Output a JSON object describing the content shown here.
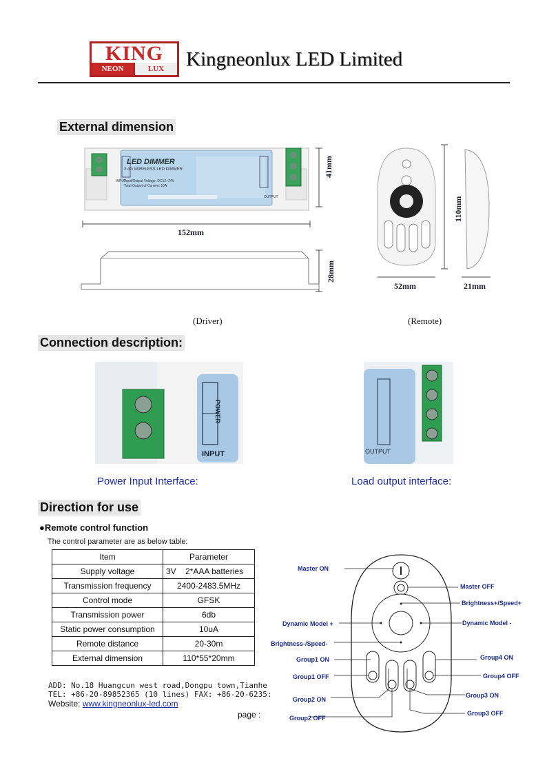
{
  "header": {
    "logo_top": "KING",
    "logo_neon": "NEON",
    "logo_lux": "LUX",
    "company": "Kingneonlux LED Limited"
  },
  "external": {
    "title": "External dimension",
    "driver_label": "LED DIMMER",
    "driver_sub": "2.4G WIRELESS LED DIMMER",
    "driver_line1": "Input/Output Voltage: DC12~24V",
    "driver_line2": "Total Output of Current: 10A",
    "input_tag": "INPUT",
    "output_tag": "OUTPUT",
    "dim_152": "152mm",
    "dim_41": "41mm",
    "dim_28": "28mm",
    "dim_110": "110mm",
    "dim_52": "52mm",
    "dim_21": "21mm",
    "driver_caption": "(Driver)",
    "remote_caption": "(Remote)"
  },
  "connection": {
    "title": "Connection description:",
    "power_label": "POWER",
    "input_label": "INPUT",
    "output_label": "OUTPUT",
    "power_caption": "Power Input Interface:",
    "load_caption": "Load output interface:"
  },
  "usage": {
    "title": "Direction for use",
    "subtitle": "●Remote control function",
    "intro": "The control parameter are as below table:",
    "table_headers": [
      "Item",
      "Parameter"
    ],
    "table_rows": [
      [
        "Supply voltage",
        "3V    2*AAA batteries"
      ],
      [
        "Transmission frequency",
        "2400-2483.5MHz"
      ],
      [
        "Control mode",
        "GFSK"
      ],
      [
        "Transmission power",
        "6db"
      ],
      [
        "Static power consumption",
        "10uA"
      ],
      [
        "Remote distance",
        "20-30m"
      ],
      [
        "External dimension",
        "110*55*20mm"
      ]
    ]
  },
  "remote_labels": {
    "master_on": "Master ON",
    "master_off": "Master OFF",
    "brightness_up": "Brightness+/Speed+",
    "dynamic_plus": "Dynamic Model +",
    "dynamic_minus": "Dynamic Model -",
    "brightness_down": "Brightness-/Speed-",
    "group1_on": "Group1 ON",
    "group1_off": "Group1 OFF",
    "group2_on": "Group2 ON",
    "group2_off": "Group2 OFF",
    "group3_on": "Group3 ON",
    "group3_off": "Group3 OFF",
    "group4_on": "Group4 ON",
    "group4_off": "Group4 OFF"
  },
  "footer": {
    "address": "ADD: No.18 Huangcun west road,Dongpu town,Tianhe",
    "tel": "TEL: +86-20-89852365 (10 lines) FAX: +86-20-6235:",
    "website_prefix": "Website: ",
    "website": "www.kingneonlux-led.com",
    "page": "page :"
  }
}
